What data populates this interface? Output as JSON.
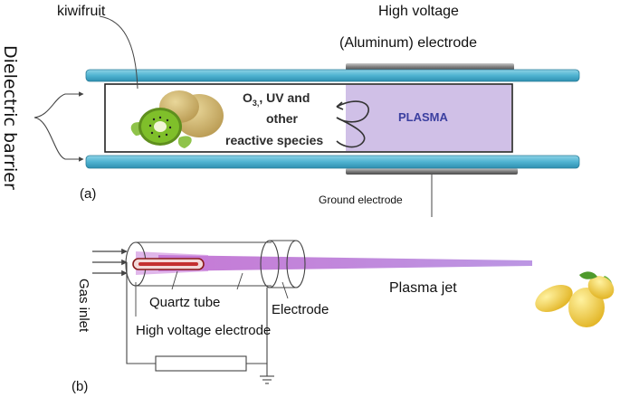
{
  "diagram_a": {
    "label_kiwifruit": "kiwifruit",
    "label_hv_line1": "High voltage",
    "label_hv_line2": "(Aluminum) electrode",
    "label_dielectric": "Dielectric barrier",
    "species_o3": "O",
    "species_o3_sub": "3,",
    "species_o3_rest": ", UV and",
    "species_other": "other",
    "species_reactive": "reactive species",
    "label_plasma": "PLASMA",
    "label_ground": "Ground electrode",
    "panel_label": "(a)"
  },
  "diagram_b": {
    "label_quartz": "Quartz tube",
    "label_hv_electrode": "High voltage electrode",
    "label_electrode": "Electrode",
    "label_plasma_jet": "Plasma jet",
    "label_gas_inlet": "Gas inlet",
    "panel_label": "(b)"
  },
  "colors": {
    "tube_glass": "#5bbcd6",
    "plasma_box": "#cdbde6",
    "plasma_text": "#3b3fa0",
    "plasma_jet": "#b57ad6",
    "electrode_plate": "#8a8a8a",
    "kiwi_flesh": "#7fbf2a",
    "mango": "#f2cf3a"
  }
}
